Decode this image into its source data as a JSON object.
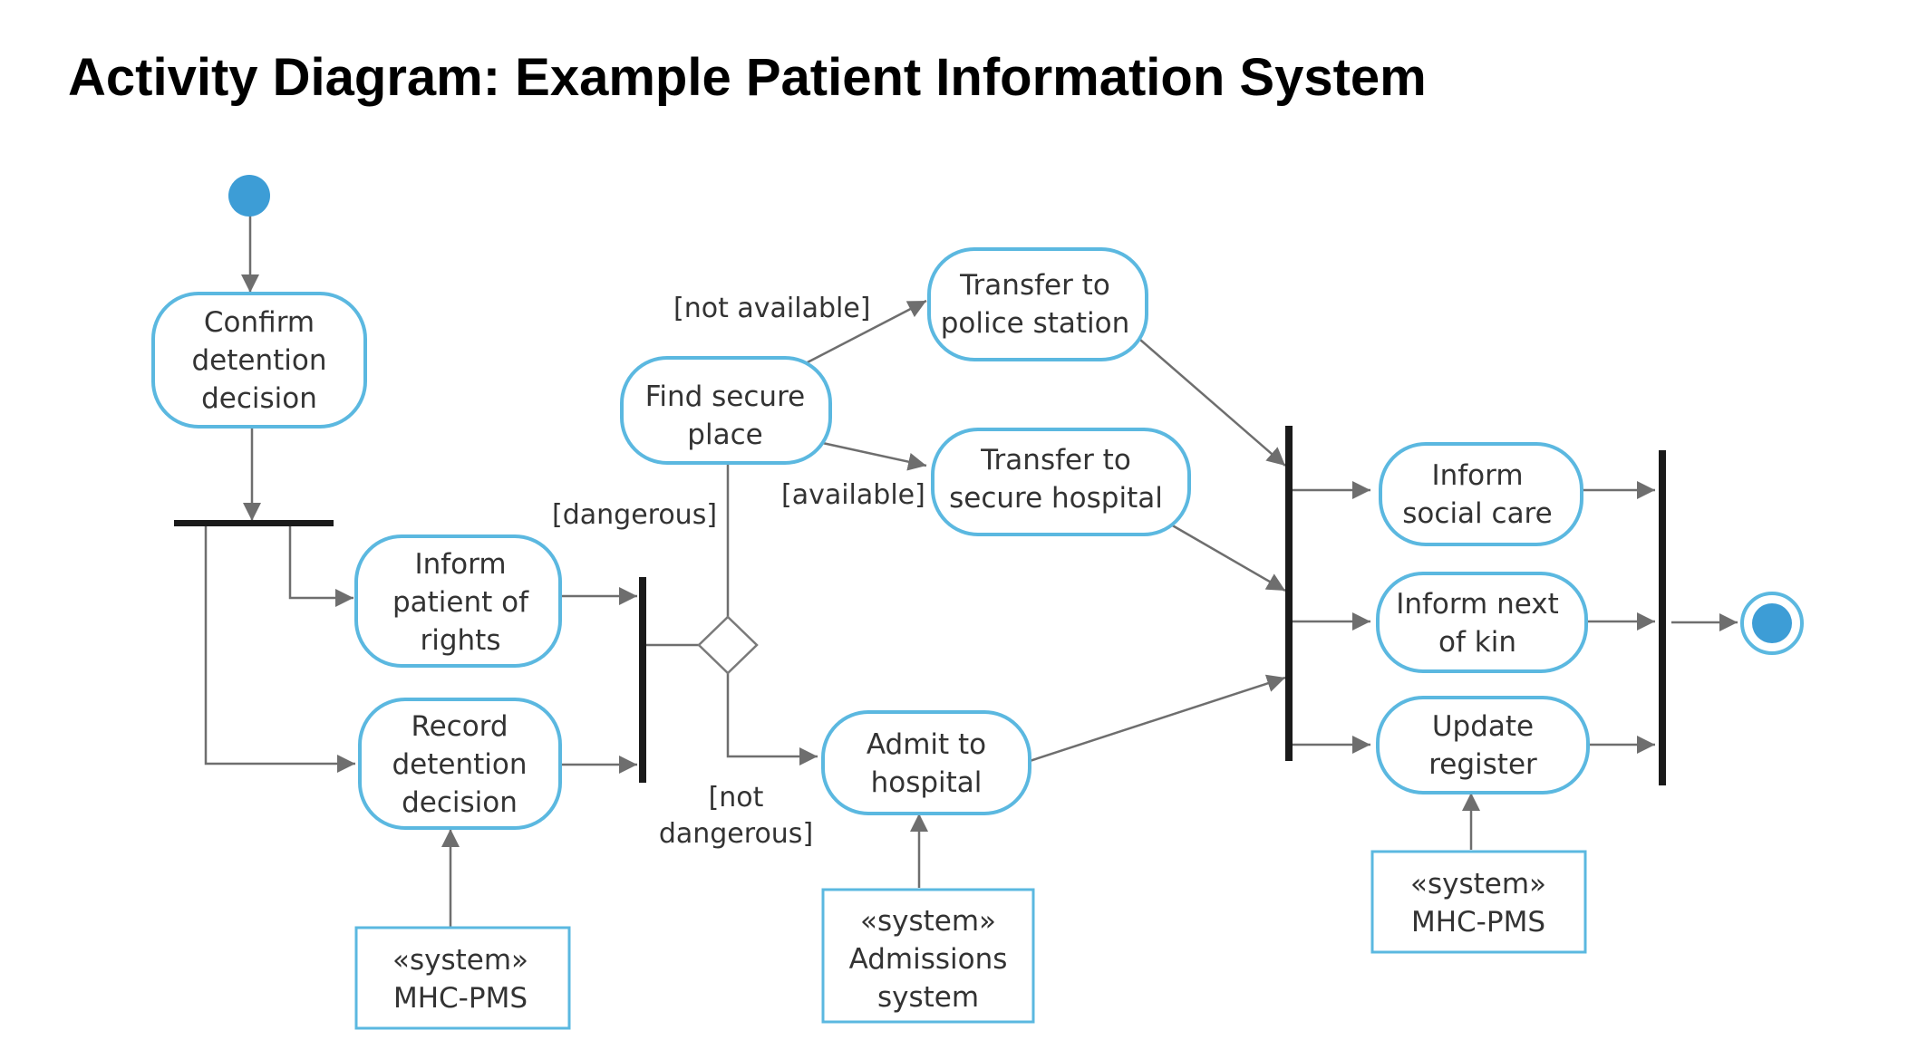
{
  "title": "Activity Diagram: Example Patient Information System",
  "colors": {
    "node_border": "#5bb8e0",
    "start_fill": "#3d9dd6",
    "bar": "#1a1a1a",
    "edge": "#6e6e6e",
    "text": "#333333"
  },
  "nodes": {
    "confirm": [
      "Confirm",
      "detention",
      "decision"
    ],
    "inform_patient": [
      "Inform",
      "patient of",
      "rights"
    ],
    "record": [
      "Record",
      "detention",
      "decision"
    ],
    "find_secure": [
      "Find secure",
      "place"
    ],
    "transfer_police": [
      "Transfer to",
      "police station"
    ],
    "transfer_hospital": [
      "Transfer to",
      "secure hospital"
    ],
    "admit": [
      "Admit to",
      "hospital"
    ],
    "inform_social": [
      "Inform",
      "social care"
    ],
    "inform_kin": [
      "Inform next",
      "of kin"
    ],
    "update_register": [
      "Update",
      "register"
    ]
  },
  "systems": {
    "mhc_pms_left": [
      "«system»",
      "MHC-PMS"
    ],
    "admissions": [
      "«system»",
      "Admissions",
      "system"
    ],
    "mhc_pms_right": [
      "«system»",
      "MHC-PMS"
    ]
  },
  "guards": {
    "not_available": "[not available]",
    "available": "[available]",
    "dangerous": "[dangerous]",
    "not_dangerous_1": "[not",
    "not_dangerous_2": "dangerous]"
  }
}
